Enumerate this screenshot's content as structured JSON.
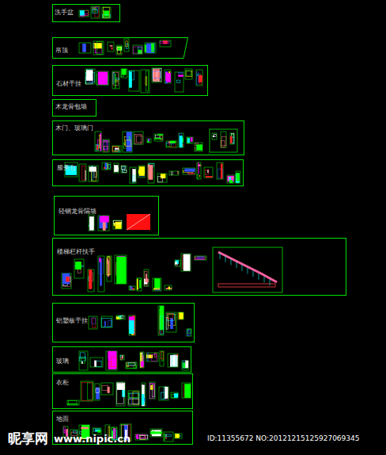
{
  "diagram": {
    "nodes": [
      {
        "text": [
          "洗手盆"
        ]
      },
      {
        "text": [
          "吊顶"
        ]
      },
      {
        "text": [
          "石材干挂"
        ]
      },
      {
        "text": [
          "木龙骨包墙"
        ]
      },
      {
        "text": [
          "木门、玻璃门"
        ]
      },
      {
        "text": [
          "服务台"
        ]
      },
      {
        "text": [
          "轻钢龙骨隔墙"
        ]
      },
      {
        "text": [
          "楼梯栏杆扶手"
        ]
      },
      {
        "text": [
          "铝塑板干挂"
        ]
      },
      {
        "text": [
          "玻璃"
        ]
      },
      {
        "text": [
          "衣柜"
        ]
      },
      {
        "text": [
          "地面"
        ]
      }
    ],
    "labels": [
      "昵享网",
      "www.nipic.cn",
      "ID:11355672 NO:20121215125927069345"
    ]
  }
}
